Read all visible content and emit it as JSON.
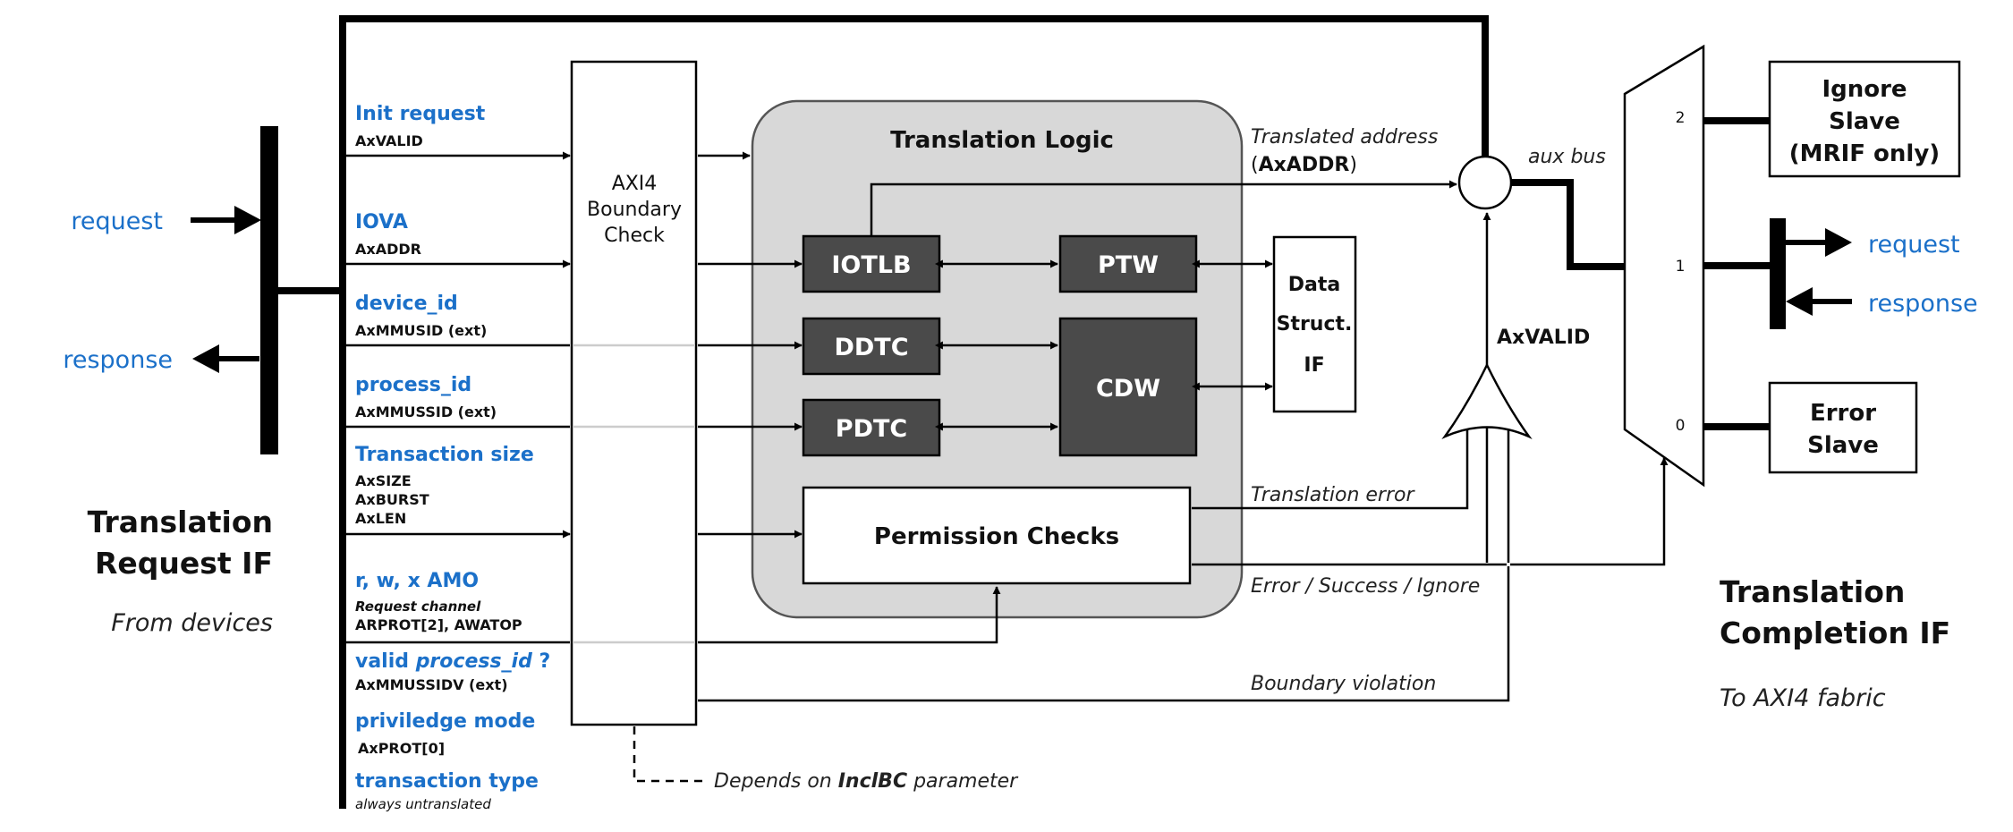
{
  "colors": {
    "label_blue": "#1b70c9",
    "dark_block": "#4a4a4a",
    "logic_bg": "#d8d8d8",
    "line": "#000000"
  },
  "left": {
    "request": "request",
    "response": "response",
    "title_line1": "Translation",
    "title_line2": "Request IF",
    "subtitle": "From devices"
  },
  "signals": {
    "init_request": {
      "name": "Init request",
      "sub": "AxVALID"
    },
    "iova": {
      "name": "IOVA",
      "sub": "AxADDR"
    },
    "device_id": {
      "name": "device_id",
      "sub": "AxMMUSID (ext)"
    },
    "process_id": {
      "name": "process_id",
      "sub": "AxMMUSSID (ext)"
    },
    "transaction_size": {
      "name": "Transaction size",
      "sub1": "AxSIZE",
      "sub2": "AxBURST",
      "sub3": "AxLEN"
    },
    "rwx_amo": {
      "name": "r, w, x AMO",
      "sub_italic": "Request channel",
      "sub": "ARPROT[2], AWATOP"
    },
    "valid_process_id": {
      "name_prefix": "valid ",
      "name_italic": "process_id",
      "name_suffix": " ?",
      "sub": "AxMMUSSIDV (ext)"
    },
    "privilege_mode": {
      "name": "priviledge mode",
      "sub": "AxPROT[0]"
    },
    "transaction_type": {
      "name": "transaction type",
      "sub": "always untranslated"
    }
  },
  "boundary_check": {
    "line1": "AXI4",
    "line2": "Boundary",
    "line3": "Check"
  },
  "translation_logic": {
    "title": "Translation Logic",
    "iotlb": "IOTLB",
    "ptw": "PTW",
    "ddtc": "DDTC",
    "pdtc": "PDTC",
    "cdw": "CDW",
    "permission_checks": "Permission Checks"
  },
  "data_struct_if": {
    "line1": "Data",
    "line2": "Struct.",
    "line3": "IF"
  },
  "annotations": {
    "translated_address": "Translated address",
    "axaddr_open": "(",
    "axaddr": "AxADDR",
    "axaddr_close": ")",
    "aux_bus": "aux bus",
    "axvalid": "AxVALID",
    "translation_error": "Translation error",
    "error_success_ignore": "Error / Success / Ignore",
    "boundary_violation": "Boundary violation",
    "depends_prefix": "Depends on ",
    "depends_param": "InclBC",
    "depends_suffix": " parameter"
  },
  "mux": {
    "in2": "2",
    "in1": "1",
    "in0": "0"
  },
  "right": {
    "ignore_slave_line1": "Ignore",
    "ignore_slave_line2": "Slave",
    "ignore_slave_line3": "(MRIF only)",
    "error_slave_line1": "Error",
    "error_slave_line2": "Slave",
    "request": "request",
    "response": "response",
    "title_line1": "Translation",
    "title_line2": "Completion IF",
    "subtitle": "To AXI4 fabric"
  }
}
